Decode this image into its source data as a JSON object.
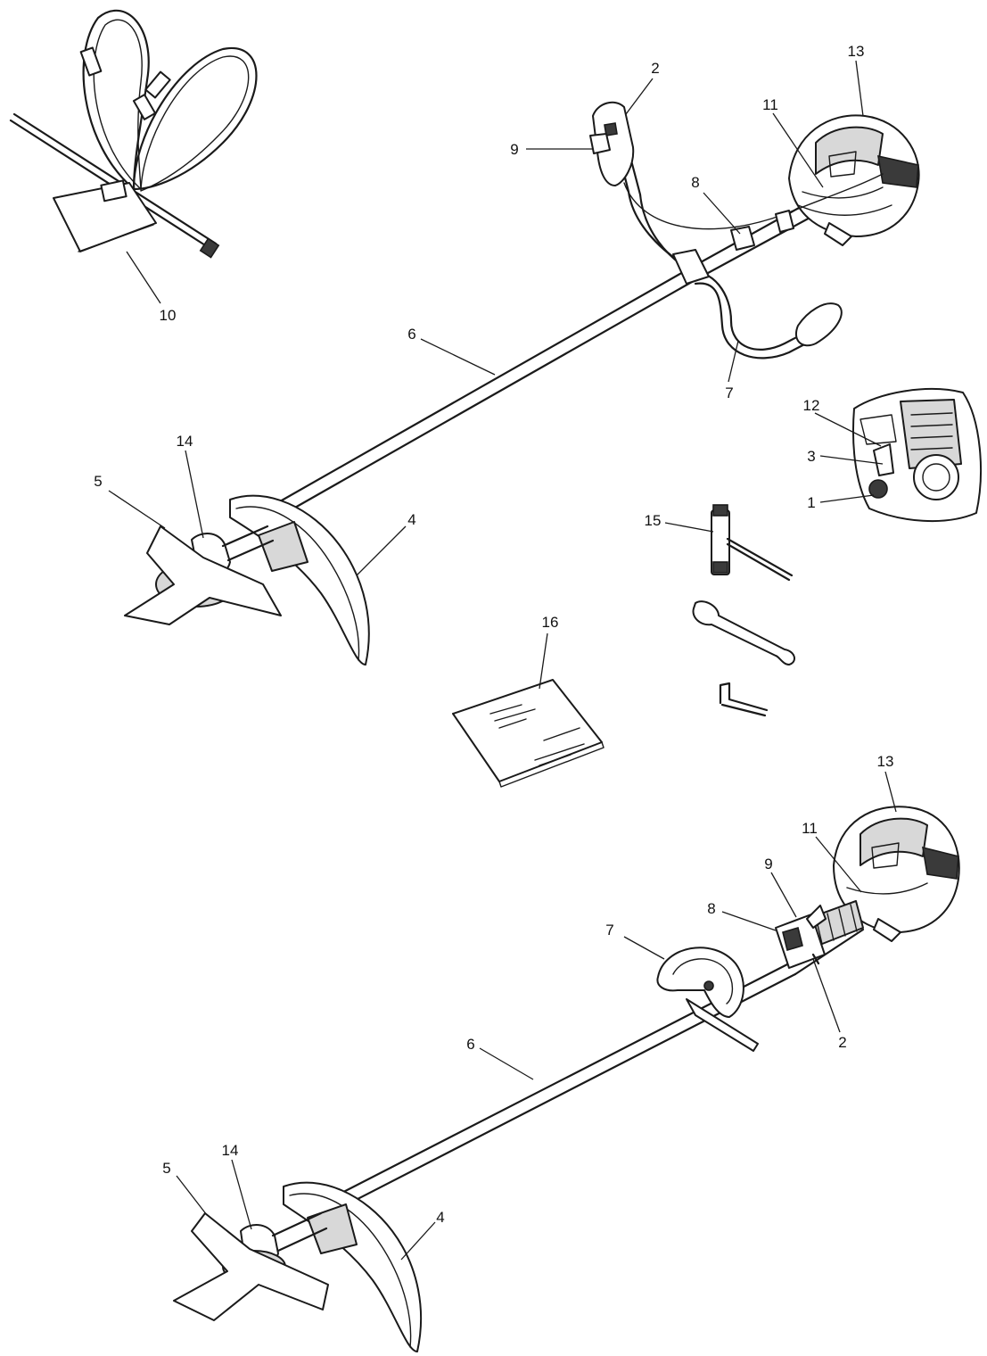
{
  "figure": {
    "top_assembly": {
      "labels": [
        "1",
        "2",
        "3",
        "4",
        "5",
        "6",
        "7",
        "8",
        "9",
        "10",
        "11",
        "12",
        "13",
        "14",
        "15",
        "16"
      ]
    },
    "bottom_assembly": {
      "labels": [
        "2",
        "4",
        "5",
        "6",
        "7",
        "8",
        "9",
        "11",
        "13",
        "14"
      ]
    }
  }
}
